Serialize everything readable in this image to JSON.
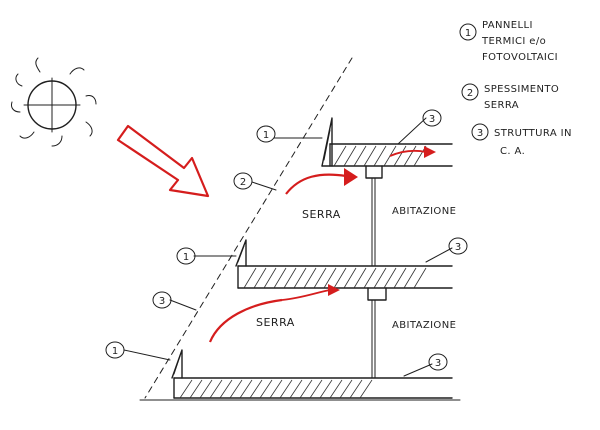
{
  "legend": [
    {
      "number": "1",
      "line1": "PANNELLI",
      "line2": "TERMICI e/o",
      "line3": "FOTOVOLTAICI"
    },
    {
      "number": "2",
      "line1": "SPESSIMENTO",
      "line2": "SERRA"
    },
    {
      "number": "3",
      "line1": "STRUTTURA IN",
      "line2": "C. A."
    }
  ],
  "labels": {
    "serra_upper": "SERRA",
    "serra_lower": "SERRA",
    "abitazione_upper": "ABITAZIONE",
    "abitazione_lower": "ABITAZIONE"
  },
  "callouts": {
    "panel_top": "1",
    "panel_mid": "1",
    "panel_bottom": "1",
    "glazing_top": "2",
    "glazing_bottom": "3",
    "slab_top": "3",
    "slab_mid": "3",
    "slab_bottom": "3"
  },
  "colors": {
    "ink": "#1f1f1f",
    "accent": "#d51d1d"
  },
  "icons": {
    "sun": "sun-icon",
    "solar_arrow": "sun-ray-arrow-icon"
  }
}
